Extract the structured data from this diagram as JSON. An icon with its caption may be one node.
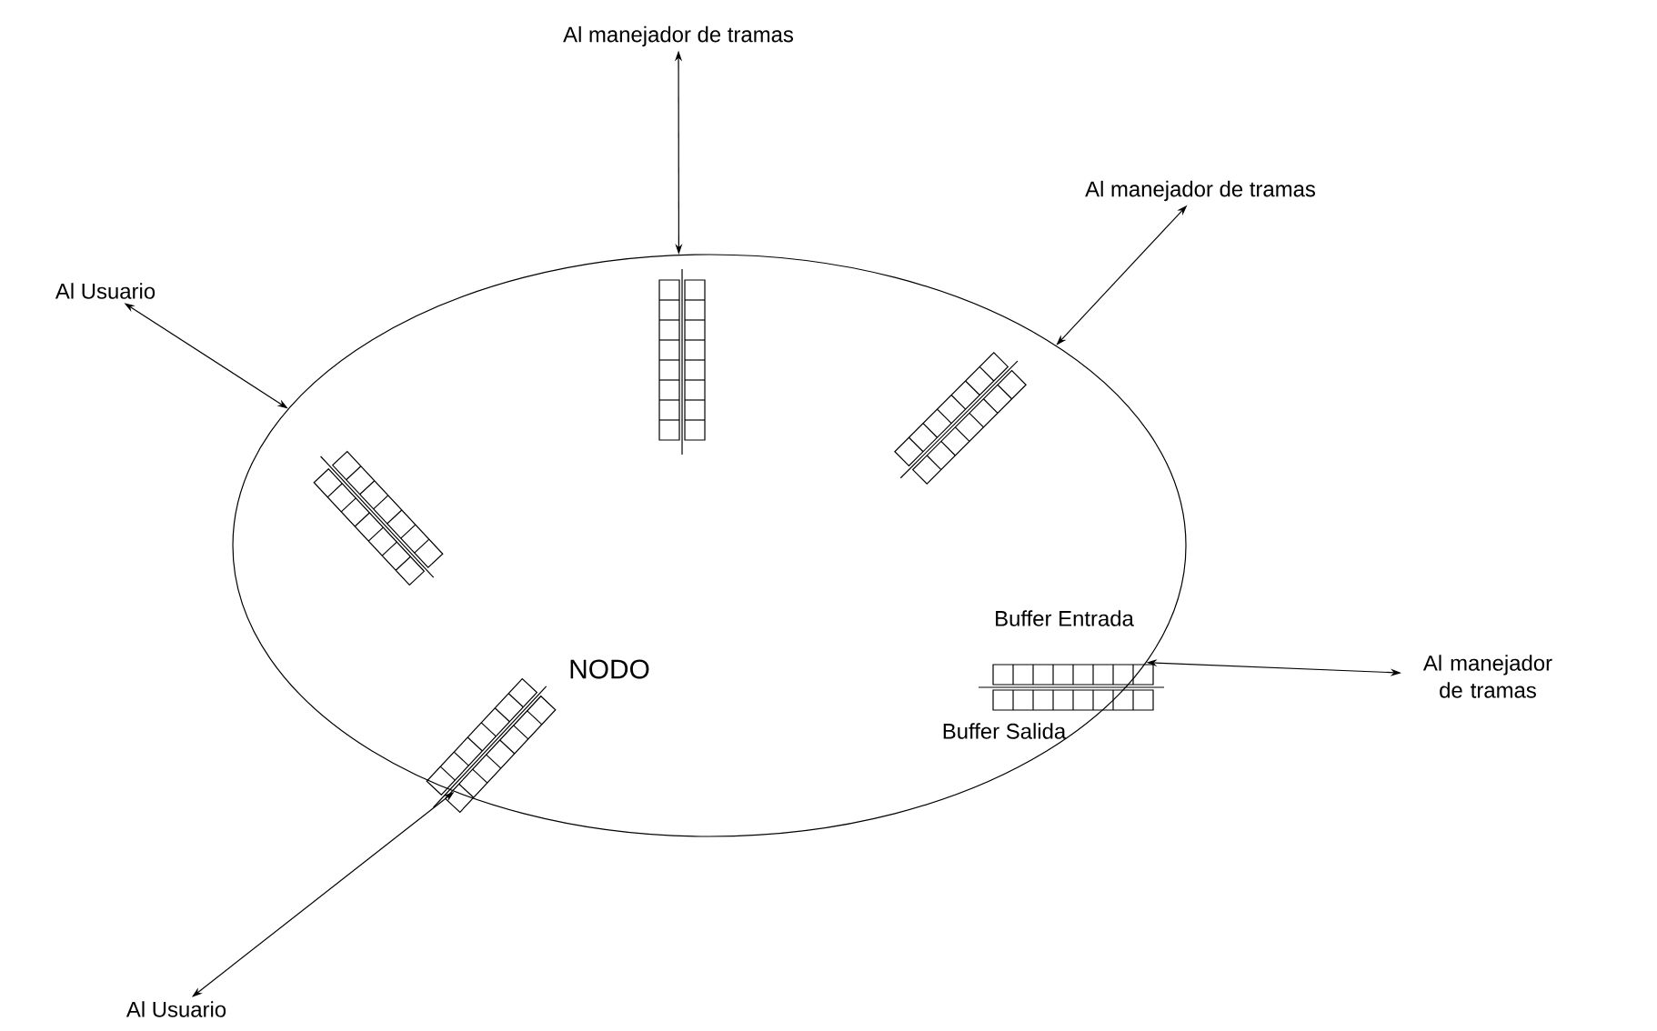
{
  "diagram": {
    "nodes": [
      {
        "text": [
          "NODO"
        ]
      },
      {
        "text": [
          "Al Usuario"
        ]
      },
      {
        "text": [
          "Al manejador de tramas"
        ]
      },
      {
        "text": [
          "Al manejador de tramas"
        ]
      },
      {
        "text": [
          "Al manejador de tramas"
        ]
      },
      {
        "text": [
          "Al Usuario"
        ]
      }
    ],
    "edges": [
      {
        "from": 1,
        "to": 0,
        "arrow": "both"
      },
      {
        "from": 2,
        "to": 0,
        "arrow": "both"
      },
      {
        "from": 3,
        "to": 0,
        "arrow": "both"
      },
      {
        "from": 4,
        "to": 0,
        "arrow": "both"
      },
      {
        "from": 5,
        "to": 0,
        "arrow": "both"
      }
    ],
    "labels": [
      "Buffer Entrada",
      "Buffer Salida"
    ]
  }
}
